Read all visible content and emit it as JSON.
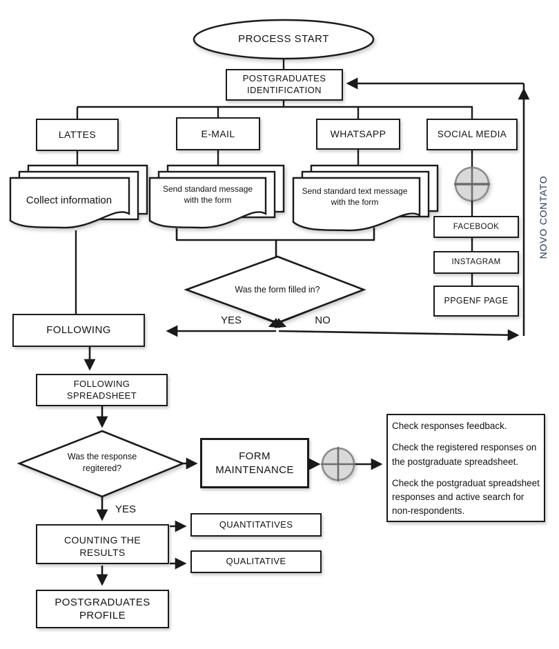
{
  "flow": {
    "start": "PROCESS START",
    "identification": "POSTGRADUATES IDENTIFICATION",
    "channels": [
      {
        "label": "LATTES"
      },
      {
        "label": "E-MAIL"
      },
      {
        "label": "WHATSAPP"
      },
      {
        "label": "SOCIAL MEDIA"
      }
    ],
    "documents": {
      "lattes": "Collect information",
      "email": "Send standard message with the form",
      "whatsapp": "Send standard text message with the form"
    },
    "social_items": [
      {
        "label": "FACEBOOK"
      },
      {
        "label": "INSTAGRAM"
      },
      {
        "label": "PPGENF PAGE"
      }
    ],
    "new_contact_label": "NOVO CONTATO",
    "decision_form": {
      "question": "Was the form filled in?",
      "yes": "YES",
      "no": "NO"
    },
    "following": "FOLLOWING",
    "following_spreadsheet": "FOLLOWING SPREADSHEET",
    "decision_response": {
      "question": "Was the response regitered?",
      "yes": "YES"
    },
    "form_maintenance": "FORM MAINTENANCE",
    "maintenance_notes": [
      "Check responses feedback.",
      "Check the registered responses on the postgraduate spreadsheet.",
      "Check the postgraduat spreadsheet responses and active search for non-respondents."
    ],
    "counting": "COUNTING THE RESULTS",
    "results": [
      {
        "label": "QUANTITATIVES"
      },
      {
        "label": "QUALITATIVE"
      }
    ],
    "profile": "POSTGRADUATES PROFILE"
  },
  "colors": {
    "line": "#1a1a1a",
    "new_contact_text": "#233c55",
    "or_connector_fill": "#d9d9d9"
  }
}
